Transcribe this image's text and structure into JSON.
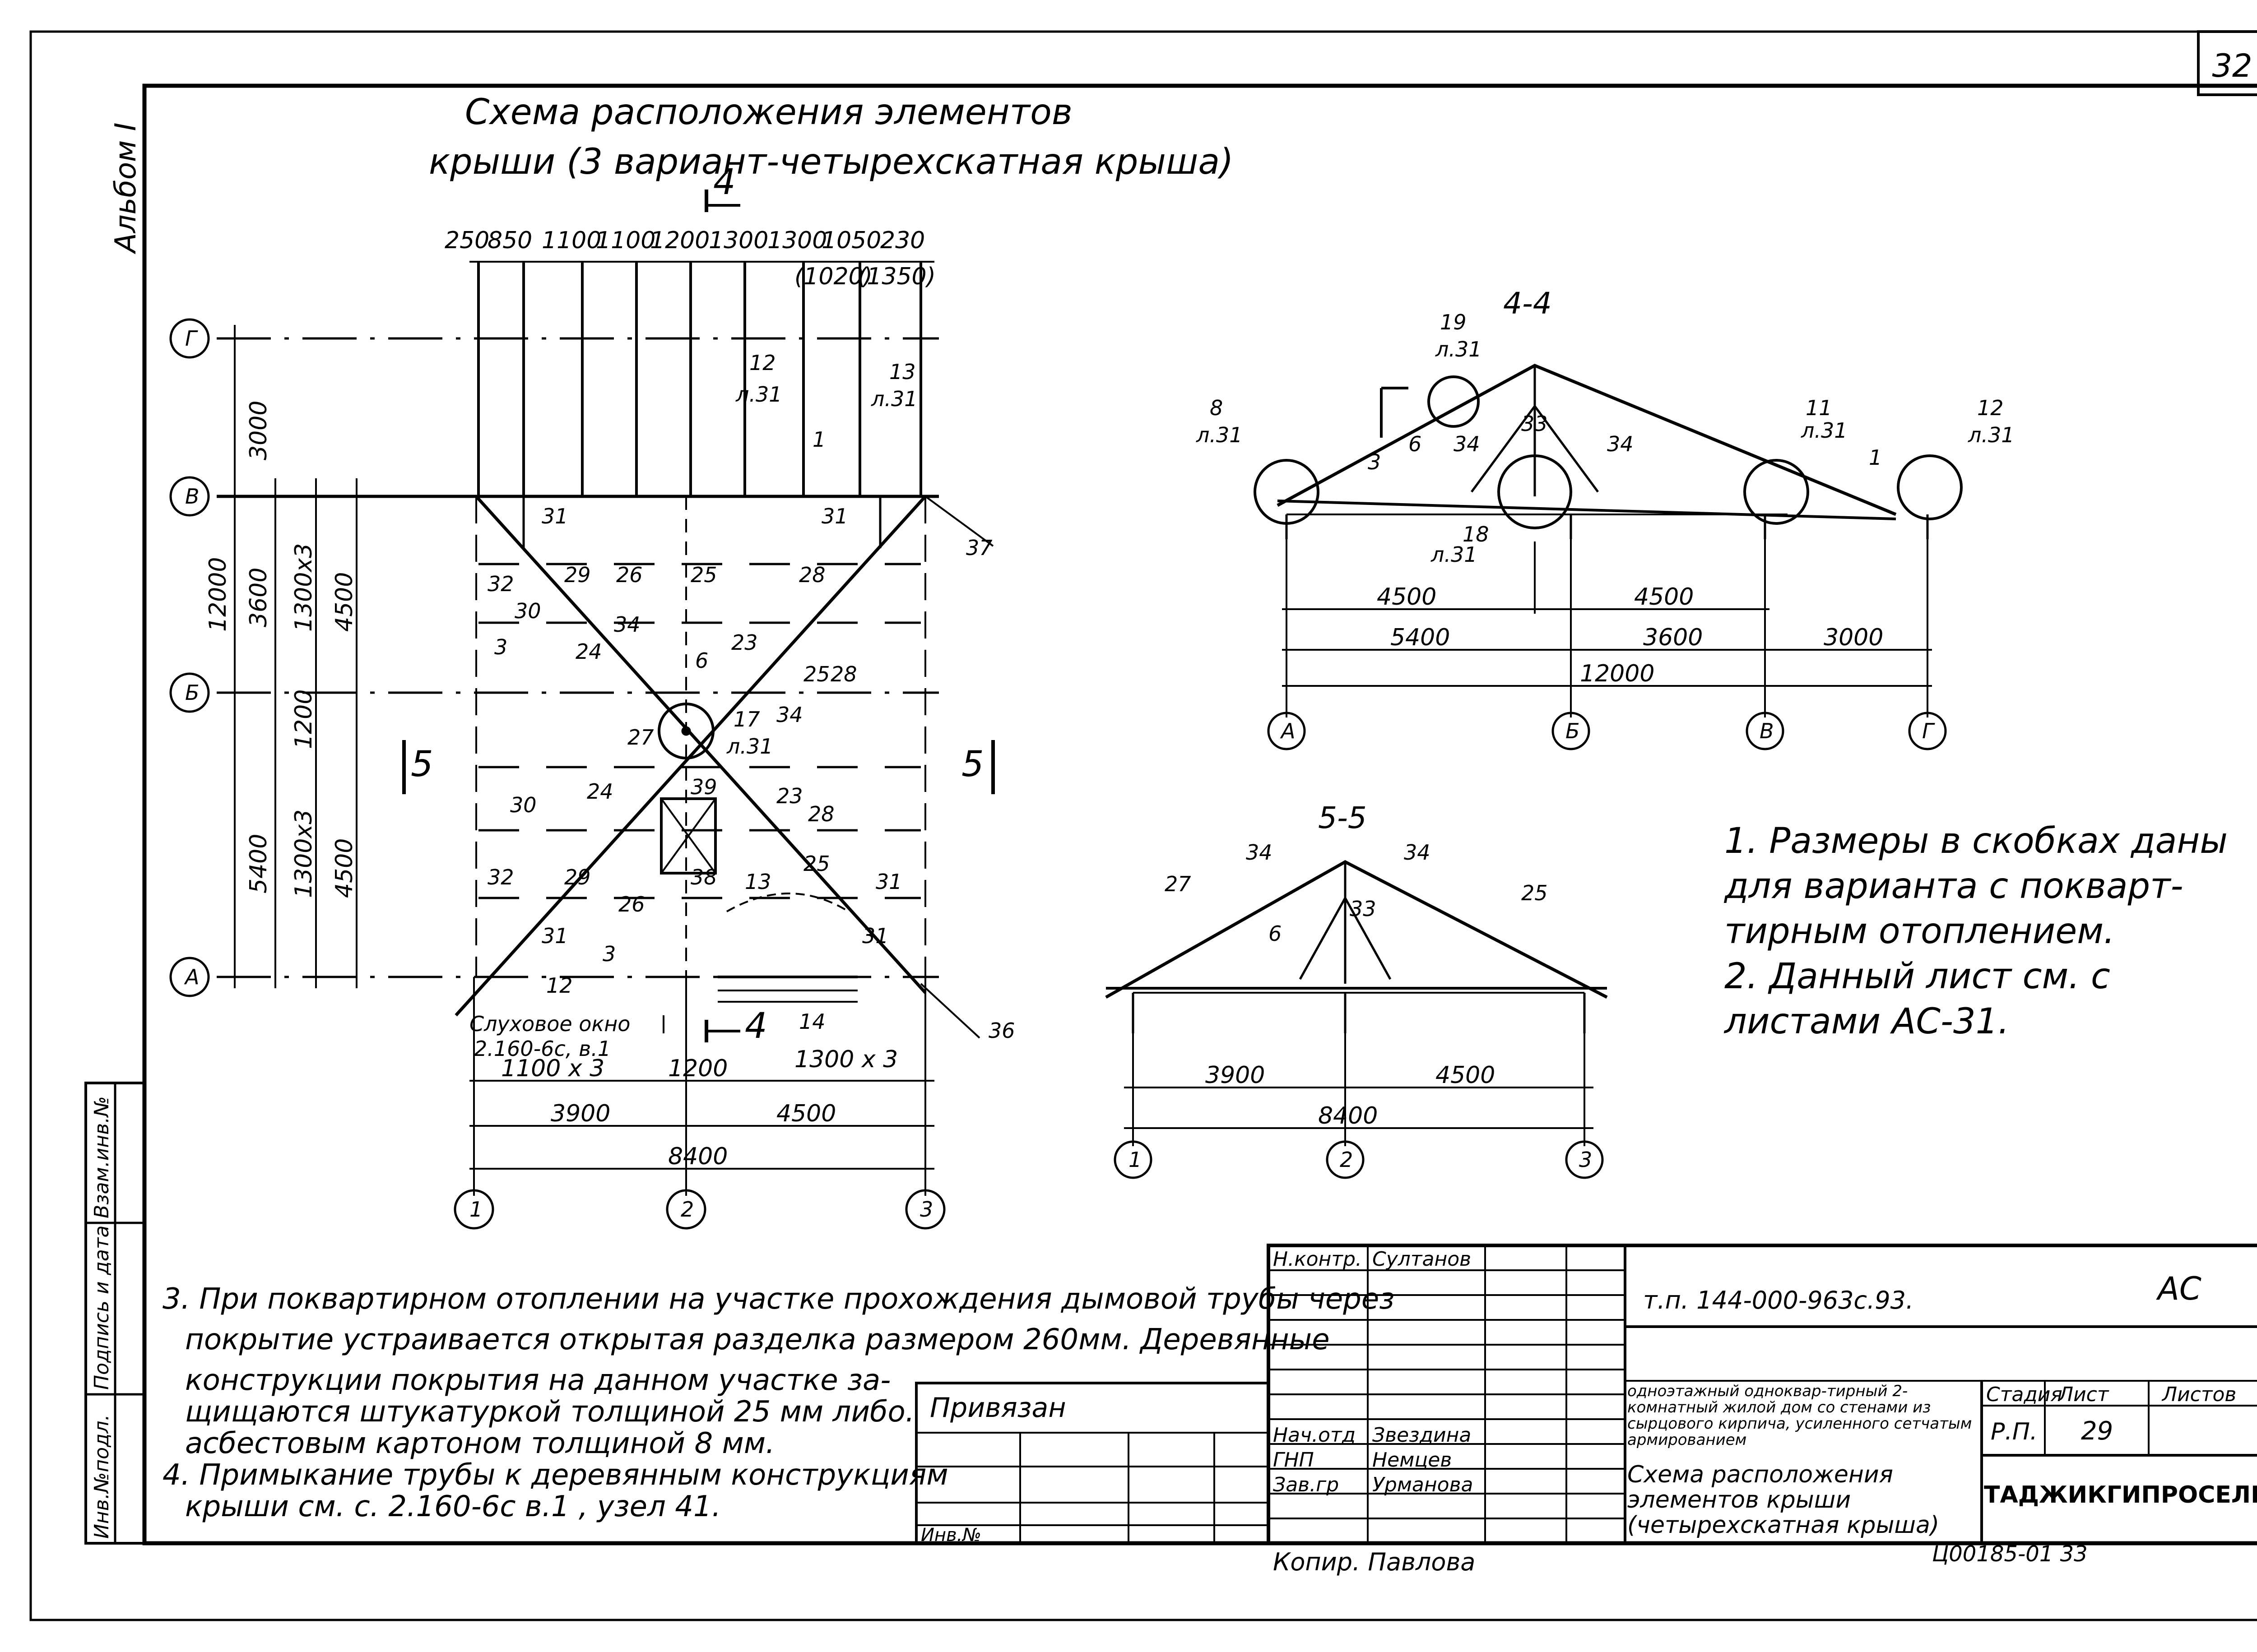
{
  "sheet_number": "32",
  "album": "Альбом I",
  "title_line1": "Схема расположения элементов",
  "title_line2": "крыши (3 вариант-четырехскатная крыша)",
  "plan": {
    "top_dims": [
      "250",
      "850",
      "1100",
      "1100",
      "1200",
      "1300",
      "1300",
      "1050",
      "230"
    ],
    "top_dims_alt": [
      "(1020)",
      "(1350)"
    ],
    "axes_rows": [
      "Г",
      "В",
      "Б",
      "А"
    ],
    "axes_cols": [
      "1",
      "2",
      "3"
    ],
    "left_dims": [
      "3000",
      "12000",
      "3600",
      "1300x3",
      "4500",
      "1200",
      "5400",
      "1300x3",
      "4500"
    ],
    "bottom_dims": [
      "1100 x 3",
      "1200",
      "1300 x 3",
      "3900",
      "4500",
      "8400"
    ],
    "section_marks": [
      "4",
      "4",
      "5",
      "5"
    ],
    "dormer_label": "Слуховое окно",
    "dormer_ref": "2.160-6с, в.1",
    "refs": [
      {
        "num": "12",
        "sheet": "л.31"
      },
      {
        "num": "13",
        "sheet": "л.31"
      },
      {
        "num": "17",
        "sheet": "л.31"
      }
    ],
    "part_labels": [
      "31",
      "29",
      "26",
      "25",
      "28",
      "31",
      "37",
      "32",
      "30",
      "34",
      "3",
      "24",
      "6",
      "23",
      "25",
      "28",
      "27",
      "34",
      "39",
      "38",
      "30",
      "24",
      "23",
      "28",
      "32",
      "29",
      "26",
      "13",
      "25",
      "31",
      "31",
      "3",
      "12",
      "14",
      "31",
      "36",
      "1"
    ]
  },
  "section44": {
    "title": "4-4",
    "refs": [
      {
        "num": "19",
        "sheet": "л.31"
      },
      {
        "num": "8",
        "sheet": "л.31"
      },
      {
        "num": "11",
        "sheet": "л.31"
      },
      {
        "num": "12",
        "sheet": "л.31"
      },
      {
        "num": "18",
        "sheet": "л.31"
      }
    ],
    "part_labels": [
      "33",
      "6",
      "34",
      "34",
      "3",
      "1"
    ],
    "dims_row1": [
      "4500",
      "4500"
    ],
    "dims_row2": [
      "5400",
      "3600",
      "3000"
    ],
    "dims_total": "12000",
    "axes": [
      "А",
      "Б",
      "В",
      "Г"
    ]
  },
  "section55": {
    "title": "5-5",
    "part_labels": [
      "34",
      "34",
      "27",
      "25",
      "33",
      "6"
    ],
    "dims_row1": [
      "3900",
      "4500"
    ],
    "dims_total": "8400",
    "axes": [
      "1",
      "2",
      "3"
    ]
  },
  "notes_right": [
    "1. Размеры в скобках даны",
    "для варианта с покварт-",
    "тирным отоплением.",
    "2. Данный лист см. с",
    "листами АС-31."
  ],
  "notes_bottom": [
    "3. При поквартирном отоплении на участке прохождения дымовой трубы через",
    "покрытие устраивается открытая разделка размером 260мм. Деревянные",
    "конструкции покрытия на данном участке за-",
    "щищаются штукатуркой толщиной 25 мм либо.",
    "асбестовым картоном толщиной 8 мм.",
    "4. Примыкание трубы к деревянным конструкциям",
    "крыши см. с. 2.160-6с в.1 , узел 41."
  ],
  "left_strip": {
    "inv_podl": "Инв.№подл.",
    "podpis": "Подпись и дата",
    "vzam": "Взам.инв.№"
  },
  "privyazan": "Привязан",
  "inv_no": "Инв.№",
  "title_block": {
    "rows": [
      {
        "role": "Н.контр.",
        "name": "Султанов"
      },
      {
        "role": "Нач.отд",
        "name": "Звездина"
      },
      {
        "role": "ГНП",
        "name": "Немцев"
      },
      {
        "role": "Зав.гр",
        "name": "Урманова"
      }
    ],
    "code": "т.п. 144-000-963с.93.",
    "mark": "АС",
    "desc": "одноэтажный одноквар-тирный 2-комнатный жилой дом со стенами из сырцового кирпича, усиленного сетчатым армированием",
    "stage_label": "Стадия",
    "sheet_label": "Лист",
    "sheets_label": "Листов",
    "stage": "Р.П.",
    "sheet": "29",
    "sheet_title": "Схема расположения элементов крыши (четырехскатная крыша)",
    "org": "ТАДЖИКГИПРОСЕЛЬСТРОЙ",
    "copied": "Копир. Павлова",
    "order": "Ц00185-01 33"
  }
}
